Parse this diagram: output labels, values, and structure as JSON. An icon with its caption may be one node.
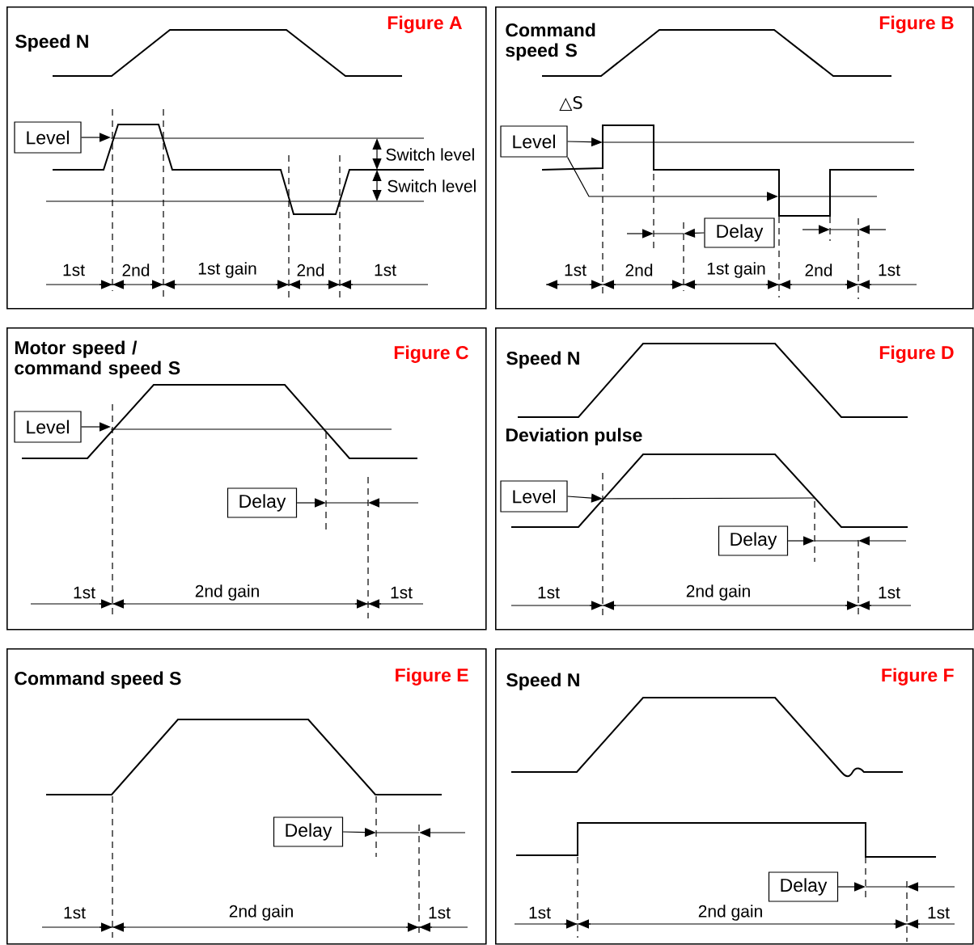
{
  "diagram": {
    "nodes": [
      {
        "text": [
          "Speed N",
          "Figure A"
        ]
      },
      {
        "text": [
          "Level"
        ],
        "in": 0
      },
      {
        "text": [
          "Command speed S",
          "Figure B"
        ]
      },
      {
        "text": [
          "Level"
        ],
        "in": 2
      },
      {
        "text": [
          "Delay"
        ],
        "in": 2
      },
      {
        "text": [
          "Motor speed / command speed S",
          "Figure C"
        ]
      },
      {
        "text": [
          "Level"
        ],
        "in": 5
      },
      {
        "text": [
          "Delay"
        ],
        "in": 5
      },
      {
        "text": [
          "Speed N",
          "Figure D",
          "Deviation pulse"
        ]
      },
      {
        "text": [
          "Level"
        ],
        "in": 8
      },
      {
        "text": [
          "Delay"
        ],
        "in": 8
      },
      {
        "text": [
          "Command speed S",
          "Figure E"
        ]
      },
      {
        "text": [
          "Delay"
        ],
        "in": 11
      },
      {
        "text": [
          "Speed N",
          "Figure F"
        ]
      },
      {
        "text": [
          "Delay"
        ],
        "in": 13
      }
    ],
    "edges": [
      {
        "from": 1,
        "to": null,
        "arrow": "to"
      },
      {
        "from": 3,
        "to": null,
        "arrow": "to"
      },
      {
        "from": 3,
        "to": null,
        "arrow": "to"
      },
      {
        "from": 4,
        "to": null,
        "arrow": "to"
      },
      {
        "from": 6,
        "to": null,
        "arrow": "to"
      },
      {
        "from": 7,
        "to": null,
        "arrow": "to"
      },
      {
        "from": 9,
        "to": null,
        "arrow": "to"
      },
      {
        "from": 10,
        "to": null,
        "arrow": "to"
      },
      {
        "from": 12,
        "to": null,
        "arrow": "to"
      },
      {
        "from": 14,
        "to": null,
        "arrow": "to"
      }
    ],
    "labels": [
      "Switch level",
      "Switch level",
      "1st",
      "2nd",
      "1st gain",
      "2nd",
      "1st",
      "△S",
      "1st",
      "2nd",
      "1st gain",
      "2nd",
      "1st",
      "1st",
      "2nd gain",
      "1st",
      "1st",
      "2nd gain",
      "1st",
      "1st",
      "2nd gain",
      "1st",
      "1st",
      "2nd gain",
      "1st"
    ]
  }
}
